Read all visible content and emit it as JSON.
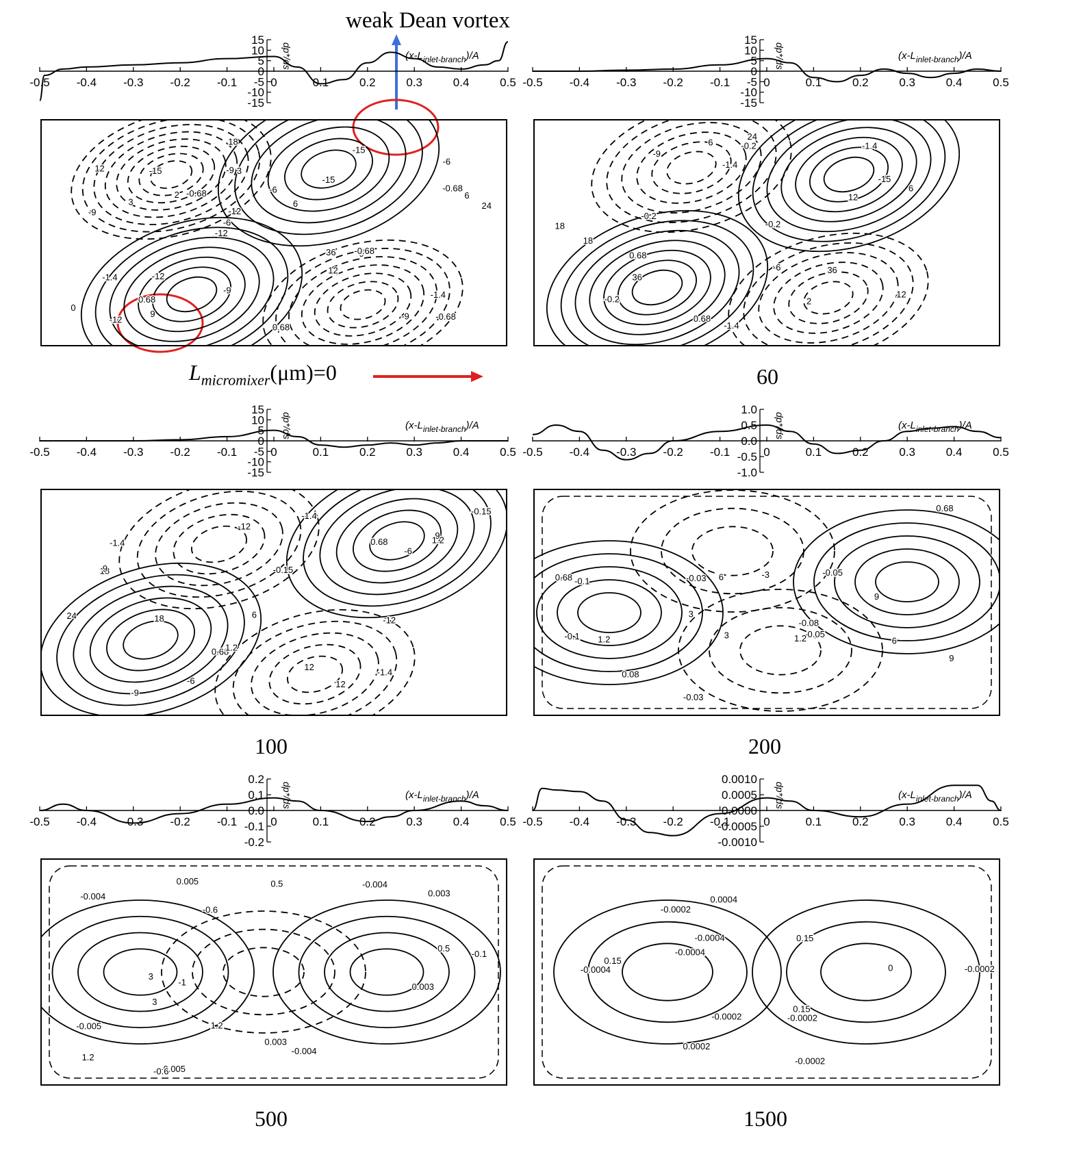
{
  "annotation": {
    "top": "weak Dean vortex",
    "lm_prefix": "L",
    "lm_sub": "micromixer",
    "lm_suffix": "(μm)=0"
  },
  "axis_label_x": "(x-L",
  "axis_label_x_sub": "inlet-branch",
  "axis_label_x_end": ")/A",
  "axis_label_y": "dp*/ds",
  "colors": {
    "line": "#000000",
    "highlight": "#e02020",
    "arrow_up": "#3f6fd8",
    "arrow_right": "#e02020"
  },
  "chart_data": [
    {
      "type": "line",
      "caption": "",
      "xlim": [
        -0.5,
        0.5
      ],
      "xticks": [
        "-0.5",
        "-0.4",
        "-0.3",
        "-0.2",
        "-0.1",
        "0",
        "0.1",
        "0.2",
        "0.3",
        "0.4",
        "0.5"
      ],
      "ylim": [
        -15,
        15
      ],
      "yticks": [
        "15",
        "10",
        "5",
        "0",
        "-5",
        "-10",
        "-15"
      ],
      "series": [
        {
          "x": [
            -0.5,
            -0.49,
            -0.45,
            -0.4,
            -0.3,
            -0.2,
            -0.1,
            0,
            0.05,
            0.1,
            0.15,
            0.2,
            0.25,
            0.3,
            0.35,
            0.4,
            0.45,
            0.48,
            0.5
          ],
          "y": [
            -14,
            -2,
            1,
            2,
            3,
            4,
            6,
            7,
            2,
            -6,
            -4,
            4,
            9,
            6,
            2,
            1,
            3,
            5,
            14
          ]
        }
      ],
      "contour_labels": [
        "-0.68",
        "-9",
        "-6",
        "-12",
        "-15",
        "-12",
        "-9",
        "-6",
        "-1.4",
        "-0.68",
        "0",
        "0.68",
        "3",
        "6",
        "9",
        "12",
        "18",
        "24",
        "36",
        "-0.68",
        "-6",
        "-9",
        "-12",
        "-15",
        "-15",
        "-12",
        "-9",
        "-1.4",
        "-0.68",
        "0.68",
        "2",
        "3",
        "12",
        "9",
        "6"
      ]
    },
    {
      "type": "line",
      "caption": "60",
      "xlim": [
        -0.5,
        0.5
      ],
      "xticks": [
        "-0.5",
        "-0.4",
        "-0.3",
        "-0.2",
        "-0.1",
        "0",
        "0.1",
        "0.2",
        "0.3",
        "0.4",
        "0.5"
      ],
      "ylim": [
        -15,
        15
      ],
      "yticks": [
        "15",
        "10",
        "5",
        "0",
        "-5",
        "-10",
        "-15"
      ],
      "series": [
        {
          "x": [
            -0.5,
            -0.4,
            -0.3,
            -0.2,
            -0.1,
            0,
            0.05,
            0.1,
            0.15,
            0.2,
            0.25,
            0.3,
            0.35,
            0.4,
            0.45,
            0.5
          ],
          "y": [
            0,
            0,
            0.5,
            1,
            3,
            6,
            4,
            -3,
            -5,
            -2,
            1,
            -1,
            -3,
            -1,
            1,
            0
          ]
        }
      ],
      "contour_labels": [
        "-0.2",
        "-1.4",
        "-9",
        "-15",
        "-6",
        "-0.2",
        "0.68",
        "2",
        "6",
        "12",
        "18",
        "24",
        "36",
        "-0.2",
        "-1.4",
        "6",
        "12",
        "18",
        "36",
        "0.68",
        "2",
        "-0.2",
        "-1.4"
      ]
    },
    {
      "type": "line",
      "caption": "100",
      "xlim": [
        -0.5,
        0.5
      ],
      "xticks": [
        "-0.5",
        "-0.4",
        "-0.3",
        "-0.2",
        "-0.1",
        "0",
        "0.1",
        "0.2",
        "0.3",
        "0.4",
        "0.5"
      ],
      "ylim": [
        -15,
        15
      ],
      "yticks": [
        "15",
        "10",
        "5",
        "0",
        "-5",
        "-10",
        "-15"
      ],
      "series": [
        {
          "x": [
            -0.5,
            -0.3,
            -0.2,
            -0.1,
            0,
            0.05,
            0.1,
            0.15,
            0.2,
            0.25,
            0.3,
            0.35,
            0.4,
            0.5
          ],
          "y": [
            0,
            0,
            0.5,
            2,
            5,
            2,
            -2,
            -3,
            -2,
            -1,
            -2,
            -1,
            0,
            0
          ]
        }
      ],
      "contour_labels": [
        "0.68",
        "1.2",
        "-1.4",
        "-9",
        "-12",
        "-6",
        "-0.15",
        "9",
        "12",
        "18",
        "-1.4",
        "0.68",
        "1.2",
        "6",
        "9",
        "12",
        "18",
        "24",
        "-1.4",
        "-12",
        "-6",
        "-0.15"
      ]
    },
    {
      "type": "line",
      "caption": "200",
      "xlim": [
        -0.5,
        0.5
      ],
      "xticks": [
        "-0.5",
        "-0.4",
        "-0.3",
        "-0.2",
        "-0.1",
        "0",
        "0.1",
        "0.2",
        "0.3",
        "0.4",
        "0.5"
      ],
      "ylim": [
        -1.0,
        1.0
      ],
      "yticks": [
        "1.0",
        "0.5",
        "0.0",
        "-0.5",
        "-1.0"
      ],
      "series": [
        {
          "x": [
            -0.5,
            -0.45,
            -0.4,
            -0.35,
            -0.3,
            -0.25,
            -0.2,
            -0.1,
            0,
            0.05,
            0.1,
            0.15,
            0.2,
            0.25,
            0.3,
            0.35,
            0.4,
            0.45,
            0.5
          ],
          "y": [
            0.2,
            0.5,
            0.3,
            -0.3,
            -0.6,
            -0.4,
            0,
            0.3,
            0.5,
            0.3,
            -0.1,
            -0.4,
            -0.3,
            0,
            0.3,
            0.4,
            0.45,
            0.3,
            0.1
          ]
        }
      ],
      "contour_labels": [
        "-0.05",
        "-0.1",
        "0.68",
        "1.2",
        "3",
        "6",
        "9",
        "-0.08",
        "-0.03",
        "-3",
        "0.08",
        "0.68",
        "1.2",
        "3",
        "6",
        "9",
        "-0.05",
        "-0.1",
        "-0.03"
      ]
    },
    {
      "type": "line",
      "caption": "500",
      "xlim": [
        -0.5,
        0.5
      ],
      "xticks": [
        "-0.5",
        "-0.4",
        "-0.3",
        "-0.2",
        "-0.1",
        "0",
        "0.1",
        "0.2",
        "0.3",
        "0.4",
        "0.5"
      ],
      "ylim": [
        -0.2,
        0.2
      ],
      "yticks": [
        "0.2",
        "0.1",
        "0.0",
        "-0.1",
        "-0.2"
      ],
      "series": [
        {
          "x": [
            -0.5,
            -0.45,
            -0.4,
            -0.3,
            -0.2,
            -0.1,
            0,
            0.05,
            0.1,
            0.2,
            0.25,
            0.3,
            0.4,
            0.45,
            0.5
          ],
          "y": [
            0,
            0.04,
            0,
            -0.08,
            -0.02,
            0.04,
            0.08,
            0.06,
            0,
            -0.07,
            -0.04,
            0,
            0.06,
            0.03,
            0
          ]
        }
      ],
      "contour_labels": [
        "0.003",
        "-0.004",
        "-0.005",
        "-0.1",
        "-0.6",
        "0.003",
        "-0.004",
        "0.005",
        "1.2",
        "0.5",
        "3",
        "-1",
        "-0.6",
        "1.2",
        "0.5",
        "3",
        "-0.004",
        "-0.005",
        "0.003"
      ]
    },
    {
      "type": "line",
      "caption": "1500",
      "xlim": [
        -0.5,
        0.5
      ],
      "xticks": [
        "-0.5",
        "-0.4",
        "-0.3",
        "-0.2",
        "-0.1",
        "0",
        "0.1",
        "0.2",
        "0.3",
        "0.4",
        "0.5"
      ],
      "ylim": [
        -0.001,
        0.001
      ],
      "yticks": [
        "0.0010",
        "0.0005",
        "0.0000",
        "-0.0005",
        "-0.0010"
      ],
      "series": [
        {
          "x": [
            -0.5,
            -0.48,
            -0.45,
            -0.4,
            -0.35,
            -0.3,
            -0.25,
            -0.2,
            -0.1,
            0,
            0.05,
            0.1,
            0.2,
            0.3,
            0.4,
            0.45,
            0.48,
            0.5
          ],
          "y": [
            0,
            0.0007,
            0.00065,
            0.0006,
            0.0003,
            -0.0003,
            -0.0007,
            -0.0008,
            -0.0001,
            0.0004,
            0.0003,
            0,
            -0.0002,
            0.0002,
            0.0008,
            0.0008,
            0.0003,
            0
          ]
        }
      ],
      "contour_labels": [
        "-0.0004",
        "-0.0002",
        "-0.0002",
        "0.0004",
        "0.15",
        "0.15",
        "-0.0004",
        "-0.0002",
        "0",
        "-0.0004",
        "-0.0002",
        "-0.0002",
        "0.15",
        "0.0002"
      ]
    }
  ]
}
